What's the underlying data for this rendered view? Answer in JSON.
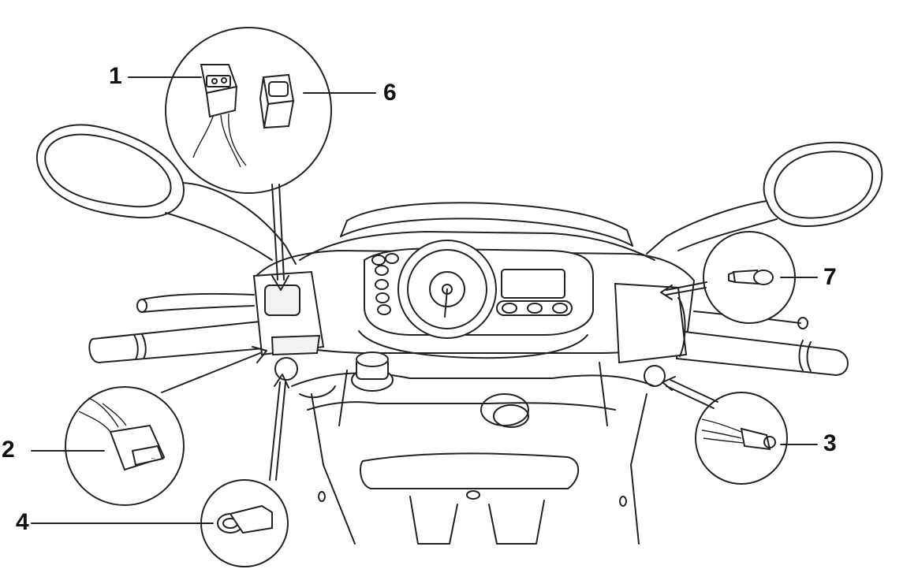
{
  "callouts": [
    {
      "id": "1",
      "label": "1"
    },
    {
      "id": "2",
      "label": "2"
    },
    {
      "id": "3",
      "label": "3"
    },
    {
      "id": "4",
      "label": "4"
    },
    {
      "id": "6",
      "label": "6"
    },
    {
      "id": "7",
      "label": "7"
    }
  ],
  "detail_icons": {
    "2": "turn-signal-switch-icon",
    "4": "ignition-lock-icon",
    "3": "wire-connector-icon",
    "7": "bulb-icon"
  }
}
